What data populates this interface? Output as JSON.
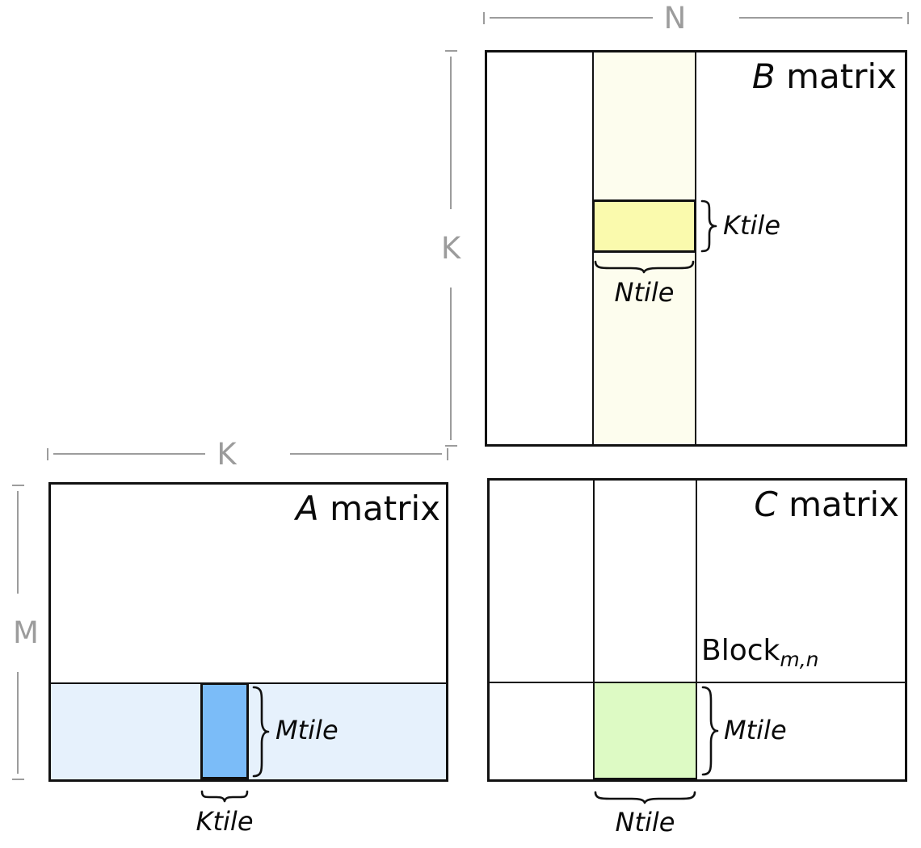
{
  "colors": {
    "line": "#111111",
    "dim": "#9c9c9c",
    "ivory": "#fdfdee",
    "yellow": "#fafaad",
    "lightblue": "#e6f1fc",
    "blue": "#7bbcf8",
    "green": "#ddfac4"
  },
  "b_matrix": {
    "title_letter": "B",
    "title_suffix": " matrix",
    "top_dim": "N",
    "left_dim": "K",
    "tile_height_label": "Ktile",
    "tile_width_label": "Ntile"
  },
  "a_matrix": {
    "title_letter": "A",
    "title_suffix": " matrix",
    "top_dim": "K",
    "left_dim": "M",
    "tile_height_label": "Mtile",
    "tile_width_label": "Ktile"
  },
  "c_matrix": {
    "title_letter": "C",
    "title_suffix": " matrix",
    "block_label": "Block",
    "block_subscript": "m,n",
    "tile_height_label": "Mtile",
    "tile_width_label": "Ntile"
  }
}
